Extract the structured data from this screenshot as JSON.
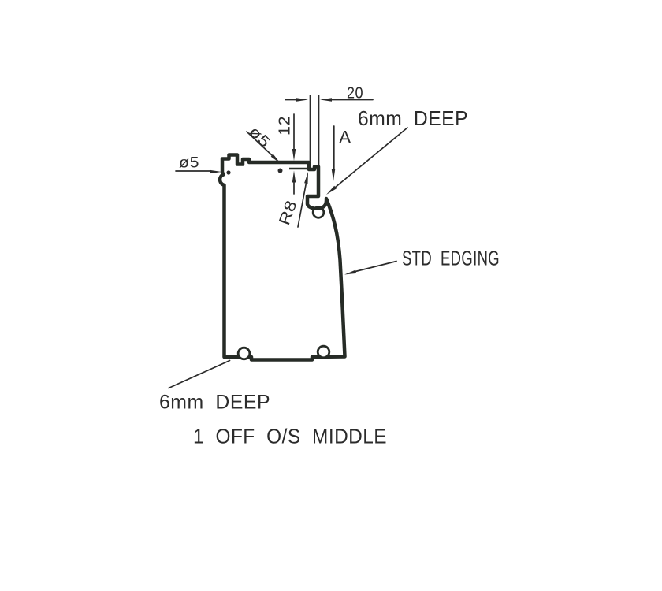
{
  "drawing": {
    "title": "1  OFF  O/S  MIDDLE",
    "labels": {
      "width_dim": "20",
      "depth_dim": "12",
      "left_hole_dia": "ø5",
      "top_hole_dia": "ø5",
      "section_letter": "A",
      "groove_callout_top": "6mm  DEEP",
      "corner_radius": "R8",
      "edging_callout": "STD  EDGING",
      "groove_callout_bottom": "6mm  DEEP"
    },
    "colors": {
      "ink": "#2b2b2b",
      "profile": "#262b26",
      "background": "#ffffff"
    }
  }
}
